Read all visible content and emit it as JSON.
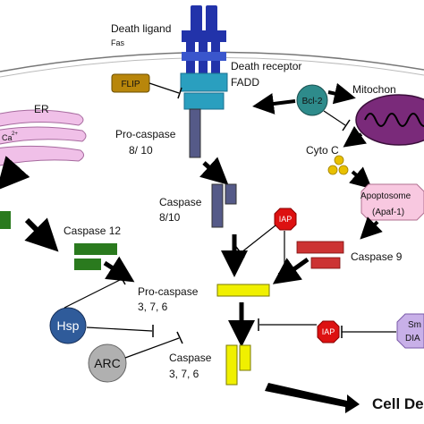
{
  "labels": {
    "death_ligand": "Death ligand",
    "fas": "Fas",
    "death_receptor": "Death receptor",
    "fadd": "FADD",
    "flip": "FLIP",
    "bcl2": "Bcl-2",
    "mitochondria": "Mitochon",
    "er": "ER",
    "calcium": "Ca",
    "calcium_sup": "2+",
    "procaspase_8_10_line1": "Pro-caspase",
    "procaspase_8_10_line2": "8/ 10",
    "cyto_c": "Cyto C",
    "caspase_8_10_line1": "Caspase",
    "caspase_8_10_line2": "8/10",
    "apoptosome_line1": "Apoptosome",
    "apoptosome_line2": "(Apaf-1)",
    "caspase_12": "Caspase 12",
    "iap_top": "IAP",
    "caspase_9": "Caspase 9",
    "procaspase_376_line1": "Pro-caspase",
    "procaspase_376_line2": "3, 7, 6",
    "hsp": "Hsp",
    "iap_bottom": "IAP",
    "smac_line1": "Sm",
    "smac_line2": "DIA",
    "arc": "ARC",
    "caspase_376_line1": "Caspase",
    "caspase_376_line2": "3, 7, 6",
    "cell_death": "Cell De"
  },
  "colors": {
    "receptor": "#2233aa",
    "fadd": "#2a9fbf",
    "flip": "#b8860b",
    "bcl2": "#2e8b8b",
    "mitochondria": "#7a2a7a",
    "er": "#f0c0e8",
    "cyto_c": "#e8c000",
    "procaspase_8": "#555a88",
    "caspase_12": "#2a7a1e",
    "iap": "#dd1111",
    "caspase_9": "#cc3333",
    "effector": "#f0f000",
    "hsp": "#2f5b9a",
    "arc": "#b0b0b0",
    "apoptosome": "#f8c8e0",
    "smac": "#c8b0e8"
  }
}
